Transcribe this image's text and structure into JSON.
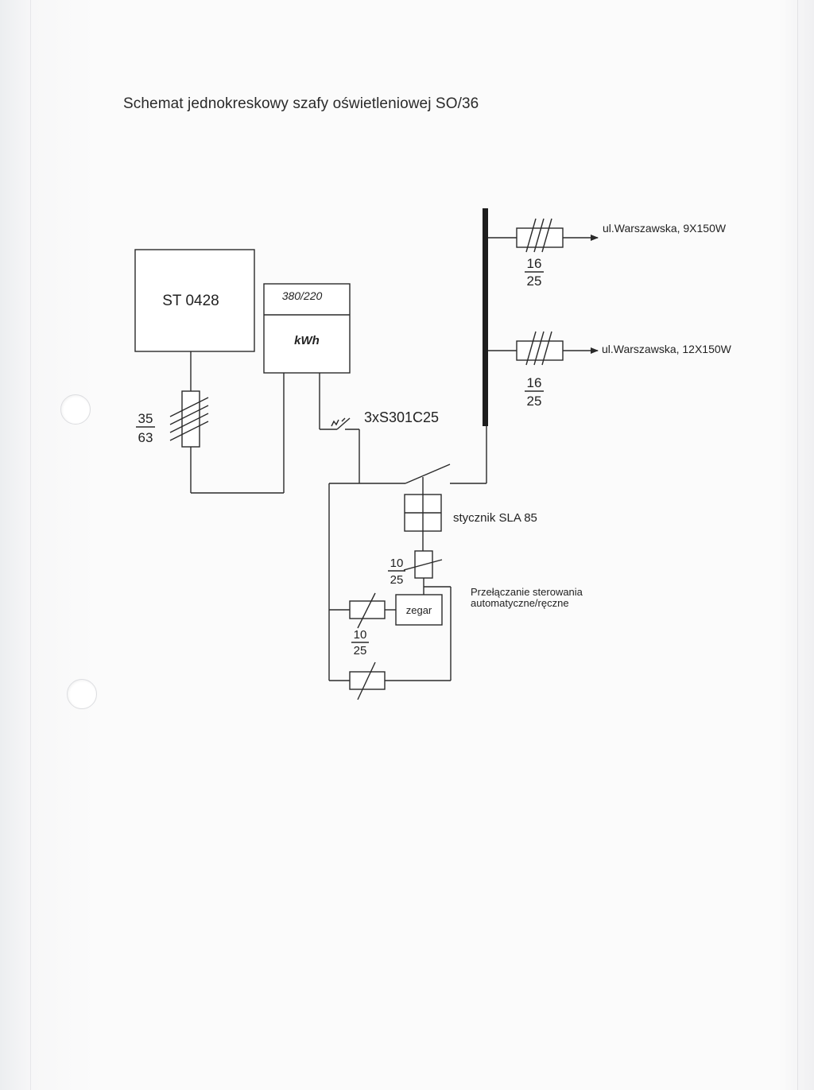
{
  "title": "Schemat jednokreskowy szafy oświetleniowej SO/36",
  "transformer": {
    "label": "ST 0428"
  },
  "meter": {
    "top_label": "380/220",
    "bottom_label": "kWh"
  },
  "main_fuse": {
    "numerator": "35",
    "denominator": "63"
  },
  "breaker": {
    "label": "3xS301C25"
  },
  "circuits": [
    {
      "label": "ul.Warszawska, 9X150W",
      "numerator": "16",
      "denominator": "25"
    },
    {
      "label": "ul.Warszawska, 12X150W",
      "numerator": "16",
      "denominator": "25"
    }
  ],
  "contactor": {
    "label": "stycznik SLA 85"
  },
  "fuse_coil": {
    "numerator": "10",
    "denominator": "25"
  },
  "fuse_control": {
    "numerator": "10",
    "denominator": "25"
  },
  "timer": {
    "label": "zegar"
  },
  "control_note": {
    "line1": "Przełączanie sterowania",
    "line2": "automatyczne/ręczne"
  }
}
